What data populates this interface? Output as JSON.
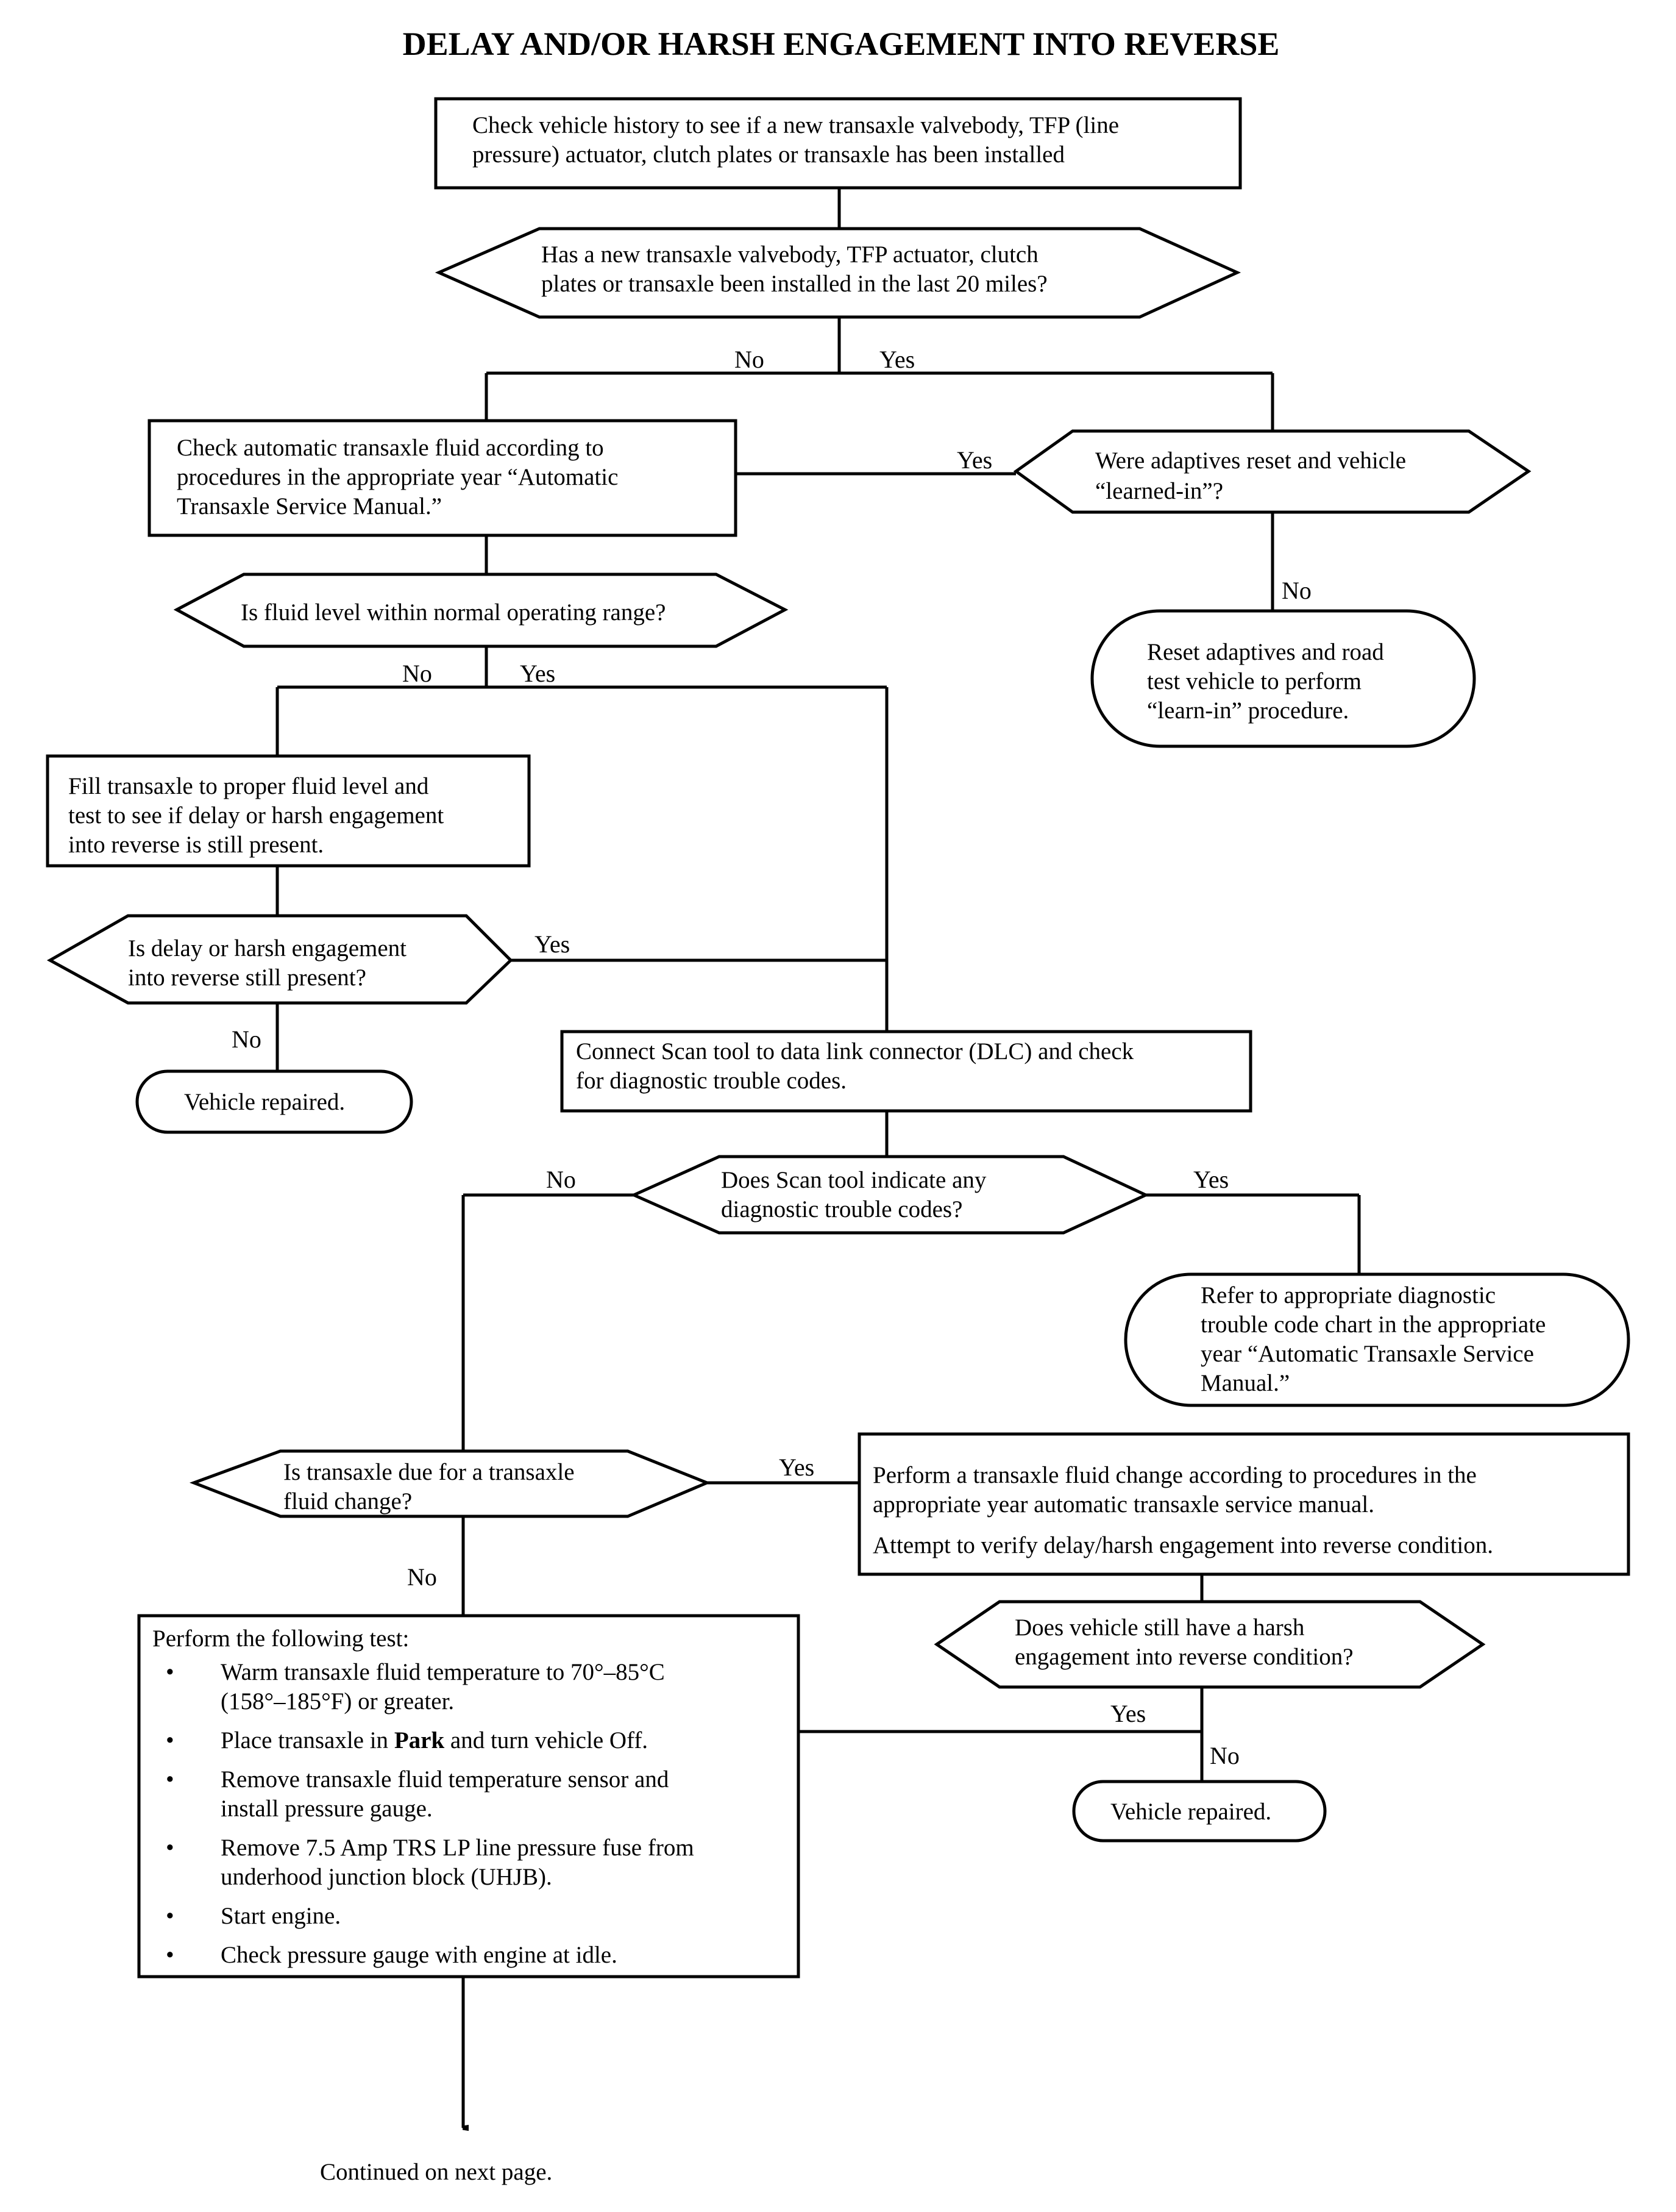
{
  "title": "DELAY AND/OR HARSH ENGAGEMENT INTO REVERSE",
  "nodes": {
    "check_history": [
      "Check vehicle history to see if a new transaxle valvebody, TFP (line",
      "pressure) actuator, clutch plates or transaxle has been installed"
    ],
    "new_parts_installed": [
      "Has a new transaxle valvebody, TFP actuator, clutch",
      "plates or transaxle been installed in the last 20 miles?"
    ],
    "check_fluid": [
      "Check automatic transaxle fluid according to",
      "procedures in the appropriate year “Automatic",
      "Transaxle Service Manual.”"
    ],
    "adaptives_reset": [
      "Were adaptives reset and vehicle",
      "“learned-in”?"
    ],
    "reset_adaptives": [
      "Reset adaptives and road",
      "test vehicle to perform",
      "“learn-in” procedure."
    ],
    "fluid_level_ok": [
      "Is fluid level within normal operating range?"
    ],
    "fill_transaxle": [
      "Fill transaxle to proper fluid level and",
      "test to see if delay or harsh engagement",
      "into reverse is still present."
    ],
    "still_present": [
      "Is delay or harsh engagement",
      "into reverse still present?"
    ],
    "repaired_1": [
      "Vehicle repaired."
    ],
    "connect_scan": [
      "Connect Scan tool to data link connector (DLC) and check",
      "for diagnostic trouble codes."
    ],
    "scan_codes": [
      "Does Scan tool indicate any",
      "diagnostic trouble codes?"
    ],
    "refer_dtc": [
      "Refer to appropriate diagnostic",
      "trouble code chart in the appropriate",
      "year “Automatic Transaxle Service",
      "Manual.”"
    ],
    "fluid_change_due": [
      "Is transaxle due for a transaxle",
      "fluid change?"
    ],
    "perform_fluid_change": [
      "Perform a transaxle fluid change according to procedures in the",
      "appropriate year automatic transaxle service manual."
    ],
    "attempt_verify": "Attempt to verify delay/harsh engagement into reverse condition.",
    "still_harsh": [
      "Does vehicle still have a harsh",
      "engagement into reverse condition?"
    ],
    "repaired_2": [
      "Vehicle repaired."
    ],
    "test_heading": "Perform the following test:",
    "test_steps": [
      {
        "parts": [
          [
            "Warm transaxle fluid temperature to 70°–85°C",
            false
          ]
        ],
        "line2": "(158°–185°F) or greater."
      },
      {
        "parts": [
          [
            "Place transaxle in ",
            false
          ],
          [
            "Park",
            true
          ],
          [
            " and turn vehicle Off.",
            false
          ]
        ],
        "line2": ""
      },
      {
        "parts": [
          [
            "Remove transaxle fluid temperature sensor and",
            false
          ]
        ],
        "line2": "install pressure gauge."
      },
      {
        "parts": [
          [
            "Remove 7.5 Amp TRS LP line pressure fuse from",
            false
          ]
        ],
        "line2": "underhood junction block (UHJB)."
      },
      {
        "parts": [
          [
            "Start engine.",
            false
          ]
        ],
        "line2": ""
      },
      {
        "parts": [
          [
            "Check  pressure gauge with engine at idle.",
            false
          ]
        ],
        "line2": ""
      }
    ],
    "bullet": "•",
    "continued": "Continued on next page."
  },
  "branch_labels": {
    "no": "No",
    "yes": "Yes"
  }
}
